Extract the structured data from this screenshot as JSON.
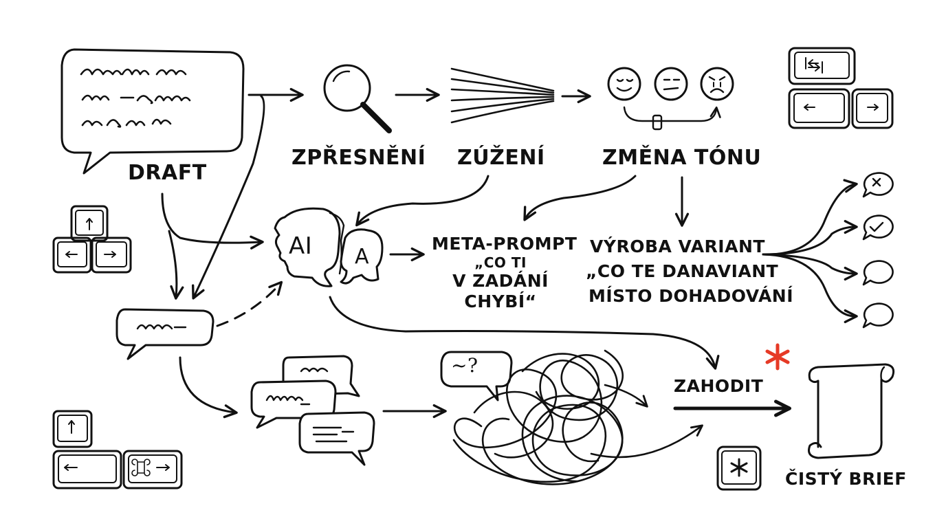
{
  "labels": {
    "draft": "DRAFT",
    "zpresneni": "ZPŘESNĚNÍ",
    "zuzeni": "ZÚŽENÍ",
    "zmena_tonu": "ZMĚNA TÓNU",
    "meta_prompt": [
      "META-PROMPT",
      "„CO TI",
      "V ZADÁNÍ",
      "CHYBÍ“"
    ],
    "vyroba_variant": [
      "VÝROBA VARIANT",
      "„CO TE DANAVIANT",
      "MÍSTO DOHADOVÁNÍ"
    ],
    "zahodit": "ZAHODIT",
    "cisty_brief": "ČISTÝ BRIEF",
    "ai_heads": [
      "AI",
      "A"
    ],
    "confused_bubble": "~?"
  },
  "colors": {
    "ink": "#111111",
    "accent": "#e63a26",
    "background": "#ffffff"
  }
}
